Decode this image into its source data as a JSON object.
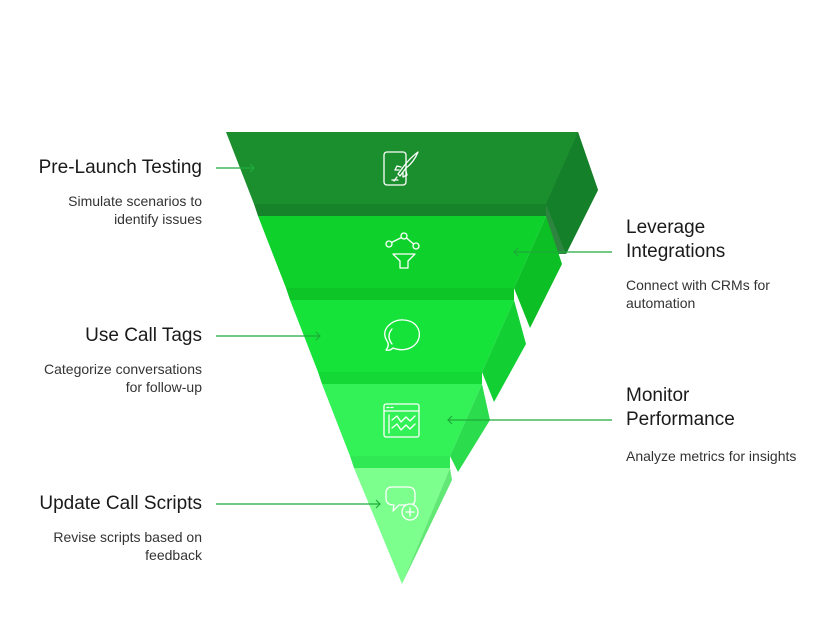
{
  "colors": {
    "level1": "#1b8f2e",
    "level2": "#0fd12b",
    "level3": "#16e33a",
    "level4": "#33f257",
    "level5": "#7dff8e",
    "connector": "#1faa3a",
    "icon": "#ffffff"
  },
  "steps": [
    {
      "title": "Pre-Launch Testing",
      "description": [
        "Simulate scenarios to",
        "identify issues"
      ],
      "side": "left",
      "icon": "mobile-rocket-icon"
    },
    {
      "title": [
        "Leverage",
        "Integrations"
      ],
      "description": [
        "Connect with CRMs for",
        "automation"
      ],
      "side": "right",
      "icon": "network-funnel-icon"
    },
    {
      "title": "Use Call Tags",
      "description": [
        "Categorize conversations",
        "for follow-up"
      ],
      "side": "left",
      "icon": "speech-bubble-icon"
    },
    {
      "title": [
        "Monitor",
        "Performance"
      ],
      "description": [
        "Analyze metrics for insights"
      ],
      "side": "right",
      "icon": "dashboard-chart-icon"
    },
    {
      "title": "Update Call Scripts",
      "description": [
        "Revise scripts based on",
        "feedback"
      ],
      "side": "left",
      "icon": "chat-add-icon"
    }
  ]
}
